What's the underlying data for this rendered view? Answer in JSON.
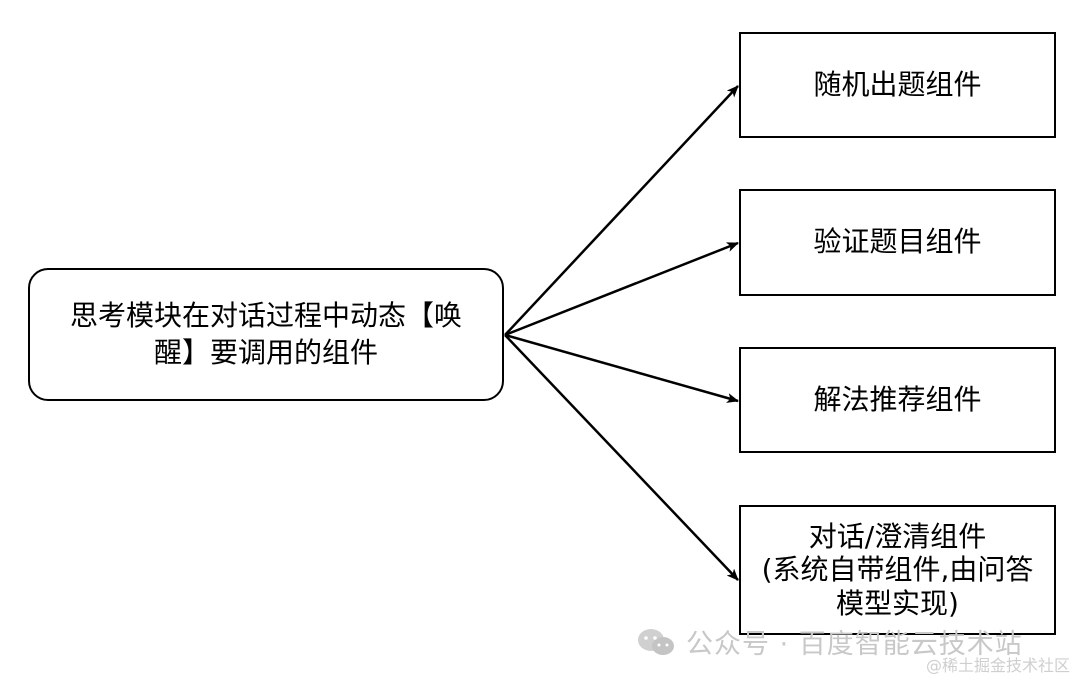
{
  "source_node": {
    "label": "思考模块在对话过程中动态【唤\n醒】要调用的组件"
  },
  "targets": [
    {
      "label": "随机出题组件"
    },
    {
      "label": "验证题目组件"
    },
    {
      "label": "解法推荐组件"
    },
    {
      "label": "对话/澄清组件\n(系统自带组件,由问答\n模型实现)"
    }
  ],
  "watermark": {
    "text": "公众号 · 百度智能云技术站",
    "secondary": "@稀土掘金技术社区"
  }
}
